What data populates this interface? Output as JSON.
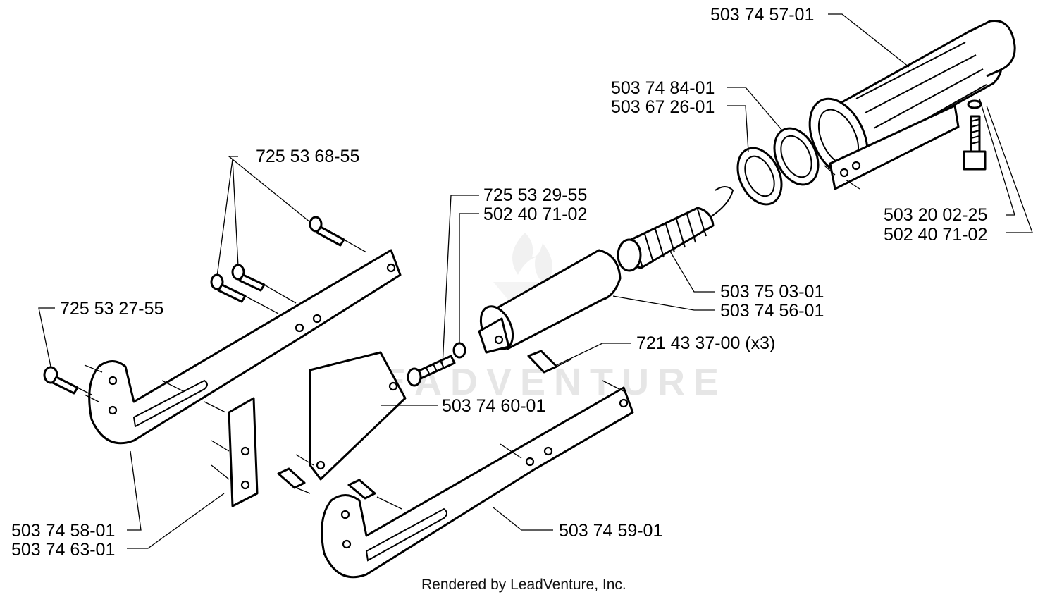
{
  "watermark": "LEADVENTURE",
  "credit": "Rendered by LeadVenture, Inc.",
  "labels": {
    "p_503_74_57_01": "503 74 57-01",
    "p_503_74_84_01": "503 74 84-01",
    "p_503_67_26_01": "503 67 26-01",
    "p_725_53_68_55": "725 53 68-55",
    "p_725_53_29_55": "725 53 29-55",
    "p_502_40_71_02_a": "502 40 71-02",
    "p_503_20_02_25": "503 20 02-25",
    "p_502_40_71_02_b": "502 40 71-02",
    "p_725_53_27_55": "725 53 27-55",
    "p_503_75_03_01": "503 75 03-01",
    "p_503_74_56_01": "503 74 56-01",
    "p_721_43_37_00": "721 43 37-00 (x3)",
    "p_503_74_60_01": "503 74 60-01",
    "p_503_74_59_01": "503 74 59-01",
    "p_503_74_58_01": "503 74 58-01",
    "p_503_74_63_01": "503 74 63-01"
  }
}
